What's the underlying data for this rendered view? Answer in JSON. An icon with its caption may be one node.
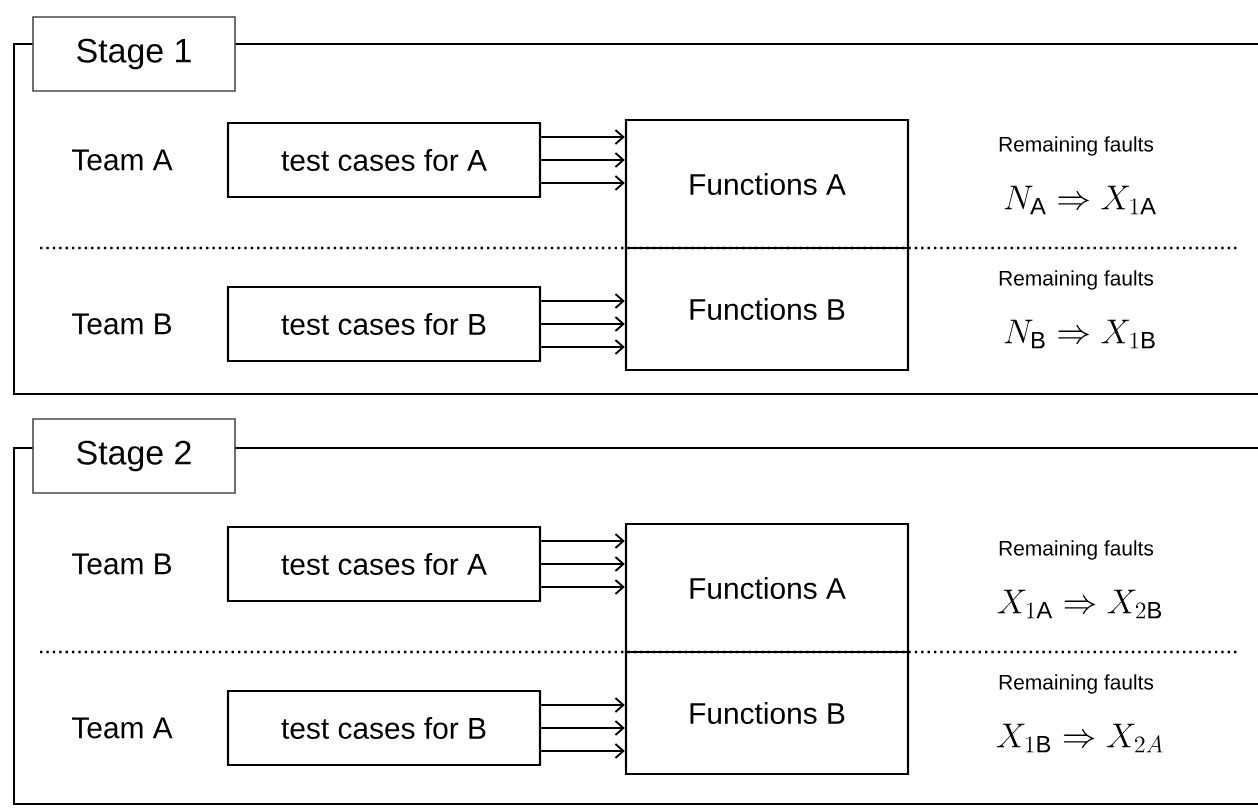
{
  "diagram": {
    "nodes": [
      {
        "text": [
          "Stage 1"
        ]
      },
      {
        "text": [
          "test cases for A"
        ],
        "in": 0,
        "beside": [
          "Team A"
        ]
      },
      {
        "text": [
          "Functions A"
        ],
        "in": 0,
        "beside": [
          "Remaining faults",
          "N_{\\mathrm{A}} \\Rightarrow X_{1\\mathrm{A}}"
        ]
      },
      {
        "text": [
          "test cases for B"
        ],
        "in": 0,
        "beside": [
          "Team B"
        ]
      },
      {
        "text": [
          "Functions B"
        ],
        "in": 0,
        "beside": [
          "Remaining faults",
          "N_{\\mathrm{B}} \\Rightarrow X_{1\\mathrm{B}}"
        ]
      },
      {
        "text": [
          "Stage 2"
        ]
      },
      {
        "text": [
          "test cases for A"
        ],
        "in": 5,
        "beside": [
          "Team B"
        ]
      },
      {
        "text": [
          "Functions A"
        ],
        "in": 5,
        "beside": [
          "Remaining faults",
          "X_{1\\mathrm{A}} \\Rightarrow X_{2\\mathrm{B}}"
        ]
      },
      {
        "text": [
          "test cases for B"
        ],
        "in": 5,
        "beside": [
          "Team A"
        ]
      },
      {
        "text": [
          "Functions B"
        ],
        "in": 5,
        "beside": [
          "Remaining faults",
          "X_{1\\mathrm{B}} \\Rightarrow X_{2A}"
        ]
      }
    ],
    "edges": [
      {
        "from": 1,
        "to": 2,
        "arrow": "to"
      },
      {
        "from": 1,
        "to": 2,
        "arrow": "to"
      },
      {
        "from": 1,
        "to": 2,
        "arrow": "to"
      },
      {
        "from": 3,
        "to": 4,
        "arrow": "to"
      },
      {
        "from": 3,
        "to": 4,
        "arrow": "to"
      },
      {
        "from": 3,
        "to": 4,
        "arrow": "to"
      },
      {
        "from": 6,
        "to": 7,
        "arrow": "to"
      },
      {
        "from": 6,
        "to": 7,
        "arrow": "to"
      },
      {
        "from": 6,
        "to": 7,
        "arrow": "to"
      },
      {
        "from": 8,
        "to": 9,
        "arrow": "to"
      },
      {
        "from": 8,
        "to": 9,
        "arrow": "to"
      },
      {
        "from": 8,
        "to": 9,
        "arrow": "to"
      }
    ]
  }
}
